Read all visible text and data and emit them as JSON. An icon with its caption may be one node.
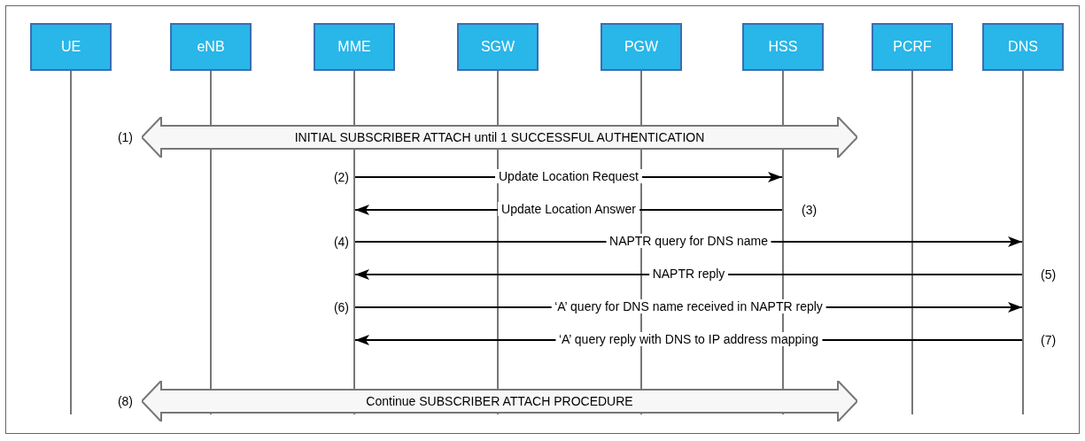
{
  "diagram": {
    "nodes": [
      {
        "text": [
          "UE"
        ]
      },
      {
        "text": [
          "eNB"
        ]
      },
      {
        "text": [
          "MME"
        ]
      },
      {
        "text": [
          "SGW"
        ]
      },
      {
        "text": [
          "PGW"
        ]
      },
      {
        "text": [
          "HSS"
        ]
      },
      {
        "text": [
          "PCRF"
        ]
      },
      {
        "text": [
          "DNS"
        ]
      },
      {
        "text": [],
        "shape": "line"
      },
      {
        "text": [],
        "shape": "line"
      },
      {
        "text": [],
        "shape": "line"
      },
      {
        "text": [],
        "shape": "line"
      },
      {
        "text": [],
        "shape": "line"
      },
      {
        "text": [],
        "shape": "line"
      },
      {
        "text": [],
        "shape": "line"
      },
      {
        "text": [],
        "shape": "line"
      },
      {
        "text": [
          "INITIAL SUBSCRIBER ATTACH until 1 SUCCESSFUL AUTHENTICATION"
        ],
        "beside": [
          "(1)"
        ]
      },
      {
        "text": [
          "Continue SUBSCRIBER ATTACH PROCEDURE"
        ],
        "beside": [
          "(8)"
        ]
      }
    ],
    "edges": [
      {
        "from": 10,
        "to": 13,
        "arrow": "to",
        "label": "Update Location Request"
      },
      {
        "from": 13,
        "to": 10,
        "arrow": "to",
        "label": "Update Location Answer"
      },
      {
        "from": 10,
        "to": 15,
        "arrow": "to",
        "label": "NAPTR query for DNS name"
      },
      {
        "from": 15,
        "to": 10,
        "arrow": "to",
        "label": "NAPTR reply"
      },
      {
        "from": 10,
        "to": 15,
        "arrow": "to",
        "label": "‘A’ query for DNS name received in NAPTR reply"
      },
      {
        "from": 15,
        "to": 10,
        "arrow": "to",
        "label": "‘A’ query reply with DNS to IP address mapping"
      }
    ],
    "labels": [
      "(2)",
      "(3)",
      "(4)",
      "(5)",
      "(6)",
      "(7)"
    ]
  }
}
